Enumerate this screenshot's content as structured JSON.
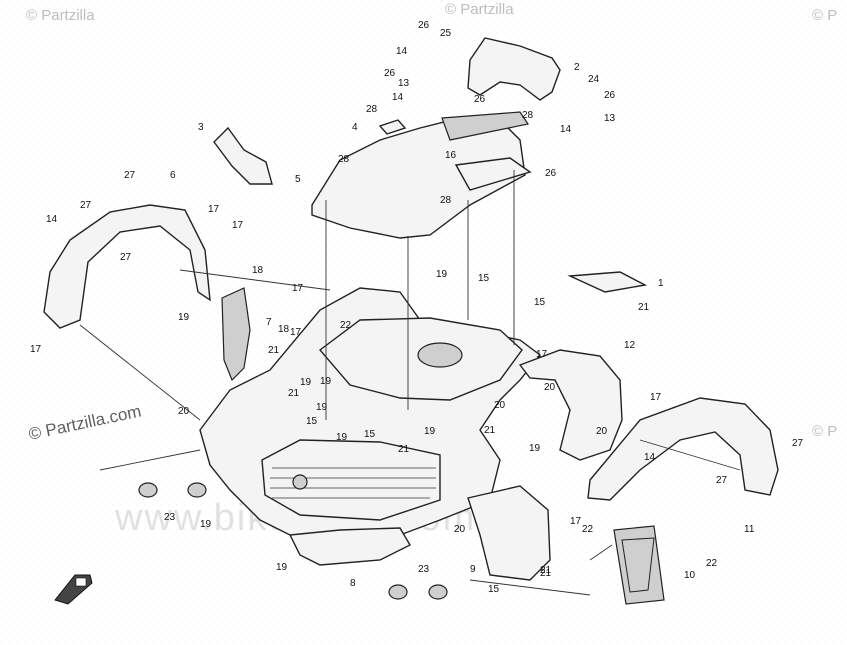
{
  "watermarks": {
    "top_left": "© Partzilla",
    "top_mid": "© Partzilla",
    "top_right": "© P",
    "mid_left": "© Partzilla.com",
    "mid_right": "© P",
    "center": "www.bikesport.com"
  },
  "callouts": [
    {
      "id": "c25a",
      "text": "26"
    },
    {
      "id": "c25b",
      "text": "25"
    },
    {
      "id": "c14a",
      "text": "14"
    },
    {
      "id": "c26a",
      "text": "26"
    },
    {
      "id": "c13a",
      "text": "13"
    },
    {
      "id": "c2",
      "text": "2"
    },
    {
      "id": "c24",
      "text": "24"
    },
    {
      "id": "c26b",
      "text": "26"
    },
    {
      "id": "c14b",
      "text": "14"
    },
    {
      "id": "c26c",
      "text": "26"
    },
    {
      "id": "c13b",
      "text": "13"
    },
    {
      "id": "c28a",
      "text": "28"
    },
    {
      "id": "c28b",
      "text": "28"
    },
    {
      "id": "c4",
      "text": "4"
    },
    {
      "id": "c14c",
      "text": "14"
    },
    {
      "id": "c3",
      "text": "3"
    },
    {
      "id": "c28c",
      "text": "28"
    },
    {
      "id": "c16",
      "text": "16"
    },
    {
      "id": "c26d",
      "text": "26"
    },
    {
      "id": "c5",
      "text": "5"
    },
    {
      "id": "c28d",
      "text": "28"
    },
    {
      "id": "c17a",
      "text": "17"
    },
    {
      "id": "c17b",
      "text": "17"
    },
    {
      "id": "c27a",
      "text": "27"
    },
    {
      "id": "c6",
      "text": "6"
    },
    {
      "id": "c27b",
      "text": "27"
    },
    {
      "id": "c14d",
      "text": "14"
    },
    {
      "id": "c27c",
      "text": "27"
    },
    {
      "id": "c17c",
      "text": "17"
    },
    {
      "id": "c18a",
      "text": "18"
    },
    {
      "id": "c19a",
      "text": "19"
    },
    {
      "id": "c15a",
      "text": "15"
    },
    {
      "id": "c1",
      "text": "1"
    },
    {
      "id": "c17d",
      "text": "17"
    },
    {
      "id": "c21a",
      "text": "21"
    },
    {
      "id": "c15b",
      "text": "15"
    },
    {
      "id": "c19b",
      "text": "19"
    },
    {
      "id": "c7",
      "text": "7"
    },
    {
      "id": "c18b",
      "text": "18"
    },
    {
      "id": "c17e",
      "text": "17"
    },
    {
      "id": "c22a",
      "text": "22"
    },
    {
      "id": "c17f",
      "text": "17"
    },
    {
      "id": "c12",
      "text": "12"
    },
    {
      "id": "c21b",
      "text": "21"
    },
    {
      "id": "c19c",
      "text": "19"
    },
    {
      "id": "c21c",
      "text": "21"
    },
    {
      "id": "c19d",
      "text": "19"
    },
    {
      "id": "c20a",
      "text": "20"
    },
    {
      "id": "c19e",
      "text": "19"
    },
    {
      "id": "c20b",
      "text": "20"
    },
    {
      "id": "c17g",
      "text": "17"
    },
    {
      "id": "c15c",
      "text": "15"
    },
    {
      "id": "c19f",
      "text": "19"
    },
    {
      "id": "c15d",
      "text": "15"
    },
    {
      "id": "c19g",
      "text": "19"
    },
    {
      "id": "c21d",
      "text": "21"
    },
    {
      "id": "c21e",
      "text": "21"
    },
    {
      "id": "c20c",
      "text": "20"
    },
    {
      "id": "c20d",
      "text": "20"
    },
    {
      "id": "c19h",
      "text": "19"
    },
    {
      "id": "c14e",
      "text": "14"
    },
    {
      "id": "c27d",
      "text": "27"
    },
    {
      "id": "c27e",
      "text": "27"
    },
    {
      "id": "c23a",
      "text": "23"
    },
    {
      "id": "c19i",
      "text": "19"
    },
    {
      "id": "c20e",
      "text": "20"
    },
    {
      "id": "c11",
      "text": "11"
    },
    {
      "id": "c17h",
      "text": "17"
    },
    {
      "id": "c22b",
      "text": "22"
    },
    {
      "id": "c21f",
      "text": "21"
    },
    {
      "id": "c19j",
      "text": "19"
    },
    {
      "id": "c8",
      "text": "8"
    },
    {
      "id": "c23b",
      "text": "23"
    },
    {
      "id": "c9",
      "text": "9"
    },
    {
      "id": "c21g",
      "text": "21"
    },
    {
      "id": "c15e",
      "text": "15"
    },
    {
      "id": "c22c",
      "text": "22"
    },
    {
      "id": "c10",
      "text": "10"
    }
  ]
}
